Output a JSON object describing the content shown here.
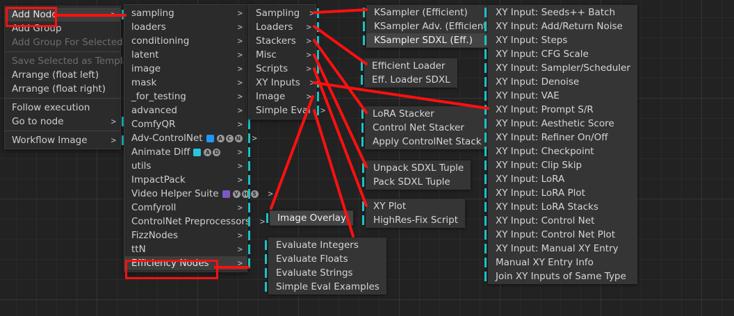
{
  "app": {
    "name": "ComfyUI canvas context menu",
    "canvas_bg": "#222222",
    "menu_bg": "#2b2b2b",
    "popup_bg": "#353535",
    "accent_cyan": "#19c4c8",
    "annotation_red": "#ff1010",
    "text_color": "#cfcfcf",
    "disabled_color": "#6d6d6d"
  },
  "context_menu": {
    "items": [
      {
        "label": "Add Node",
        "arrow": ">",
        "highlighted": true,
        "boxed": true,
        "disabled": false
      },
      {
        "label": "Add Group",
        "arrow": "",
        "highlighted": false,
        "boxed": false,
        "disabled": false
      },
      {
        "label": "Add Group For Selected Nodes",
        "arrow": "",
        "highlighted": false,
        "boxed": false,
        "disabled": true
      },
      {
        "separator": true
      },
      {
        "label": "Save Selected as Template",
        "arrow": "",
        "highlighted": false,
        "boxed": false,
        "disabled": true
      },
      {
        "label": "Arrange (float left)",
        "arrow": "",
        "highlighted": false,
        "boxed": false,
        "disabled": false
      },
      {
        "label": "Arrange (float right)",
        "arrow": "",
        "highlighted": false,
        "boxed": false,
        "disabled": false
      },
      {
        "separator": true
      },
      {
        "label": "Follow execution",
        "arrow": "",
        "highlighted": false,
        "boxed": false,
        "disabled": false
      },
      {
        "label": "Go to node",
        "arrow": ">",
        "highlighted": false,
        "boxed": false,
        "disabled": false
      },
      {
        "separator": true
      },
      {
        "label": "Workflow Image",
        "arrow": ">",
        "highlighted": false,
        "boxed": false,
        "disabled": false
      }
    ]
  },
  "categories_menu": {
    "items": [
      {
        "label": "sampling",
        "arrow": ">",
        "badges": []
      },
      {
        "label": "loaders",
        "arrow": ">",
        "badges": []
      },
      {
        "label": "conditioning",
        "arrow": ">",
        "badges": []
      },
      {
        "label": "latent",
        "arrow": ">",
        "badges": []
      },
      {
        "label": "image",
        "arrow": ">",
        "badges": []
      },
      {
        "label": "mask",
        "arrow": ">",
        "badges": []
      },
      {
        "label": "_for_testing",
        "arrow": ">",
        "badges": []
      },
      {
        "label": "advanced",
        "arrow": ">",
        "badges": []
      },
      {
        "label": "ComfyQR",
        "arrow": ">",
        "badges": []
      },
      {
        "label": "Adv-ControlNet",
        "arrow": ">",
        "badges": [
          "blue-square-icon",
          "A",
          "C",
          "N"
        ]
      },
      {
        "label": "Animate Diff",
        "arrow": ">",
        "badges": [
          "cyan-square-icon",
          "A",
          "D"
        ]
      },
      {
        "label": "utils",
        "arrow": ">",
        "badges": []
      },
      {
        "label": "ImpactPack",
        "arrow": ">",
        "badges": []
      },
      {
        "label": "Video Helper Suite",
        "arrow": ">",
        "badges": [
          "purple-square-icon",
          "V",
          "H",
          "S"
        ]
      },
      {
        "label": "Comfyroll",
        "arrow": ">",
        "badges": []
      },
      {
        "label": "ControlNet Preprocessors",
        "arrow": ">",
        "badges": []
      },
      {
        "label": "FizzNodes",
        "arrow": ">",
        "badges": []
      },
      {
        "label": "ttN",
        "arrow": ">",
        "badges": []
      },
      {
        "label": "Efficiency Nodes",
        "arrow": ">",
        "badges": [],
        "highlighted": true,
        "boxed": true
      }
    ]
  },
  "efficiency_submenu": {
    "items": [
      {
        "label": "Sampling",
        "arrow": ">"
      },
      {
        "label": "Loaders",
        "arrow": ">"
      },
      {
        "label": "Stackers",
        "arrow": ">"
      },
      {
        "label": "Misc",
        "arrow": ">"
      },
      {
        "label": "Scripts",
        "arrow": ">"
      },
      {
        "label": "XY Inputs",
        "arrow": ">"
      },
      {
        "label": "Image",
        "arrow": ">"
      },
      {
        "label": "Simple Eval",
        "arrow": ">"
      }
    ]
  },
  "popups": {
    "sampling": {
      "title": "Sampling",
      "items": [
        "KSampler (Efficient)",
        "KSampler Adv. (Efficient)",
        "KSampler SDXL (Eff.)"
      ],
      "selected_index": 2
    },
    "loaders": {
      "title": "Loaders",
      "items": [
        "Efficient Loader",
        "Eff. Loader SDXL"
      ],
      "selected_index": -1
    },
    "stackers": {
      "title": "Stackers",
      "items": [
        "LoRA Stacker",
        "Control Net Stacker",
        "Apply ControlNet Stack"
      ],
      "selected_index": -1
    },
    "misc": {
      "title": "Misc",
      "items": [
        "Unpack SDXL Tuple",
        "Pack SDXL Tuple"
      ],
      "selected_index": -1
    },
    "scripts": {
      "title": "Scripts",
      "items": [
        "XY Plot",
        "HighRes-Fix Script"
      ],
      "selected_index": -1
    },
    "image": {
      "title": "Image",
      "items": [
        "Image Overlay"
      ],
      "selected_index": 0
    },
    "simple_eval": {
      "title": "Simple Eval",
      "items": [
        "Evaluate Integers",
        "Evaluate Floats",
        "Evaluate Strings",
        "Simple Eval Examples"
      ],
      "selected_index": -1
    },
    "xy_inputs": {
      "title": "XY Inputs",
      "items": [
        "XY Input: Seeds++ Batch",
        "XY Input: Add/Return Noise",
        "XY Input: Steps",
        "XY Input: CFG Scale",
        "XY Input: Sampler/Scheduler",
        "XY Input: Denoise",
        "XY Input: VAE",
        "XY Input: Prompt S/R",
        "XY Input: Aesthetic Score",
        "XY Input: Refiner On/Off",
        "XY Input: Checkpoint",
        "XY Input: Clip Skip",
        "XY Input: LoRA",
        "XY Input: LoRA Plot",
        "XY Input: LoRA Stacks",
        "XY Input: Control Net",
        "XY Input: Control Net Plot",
        "XY Input: Manual XY Entry",
        "Manual XY Entry Info",
        "Join XY Inputs of Same Type"
      ],
      "selected_index": -1
    }
  }
}
